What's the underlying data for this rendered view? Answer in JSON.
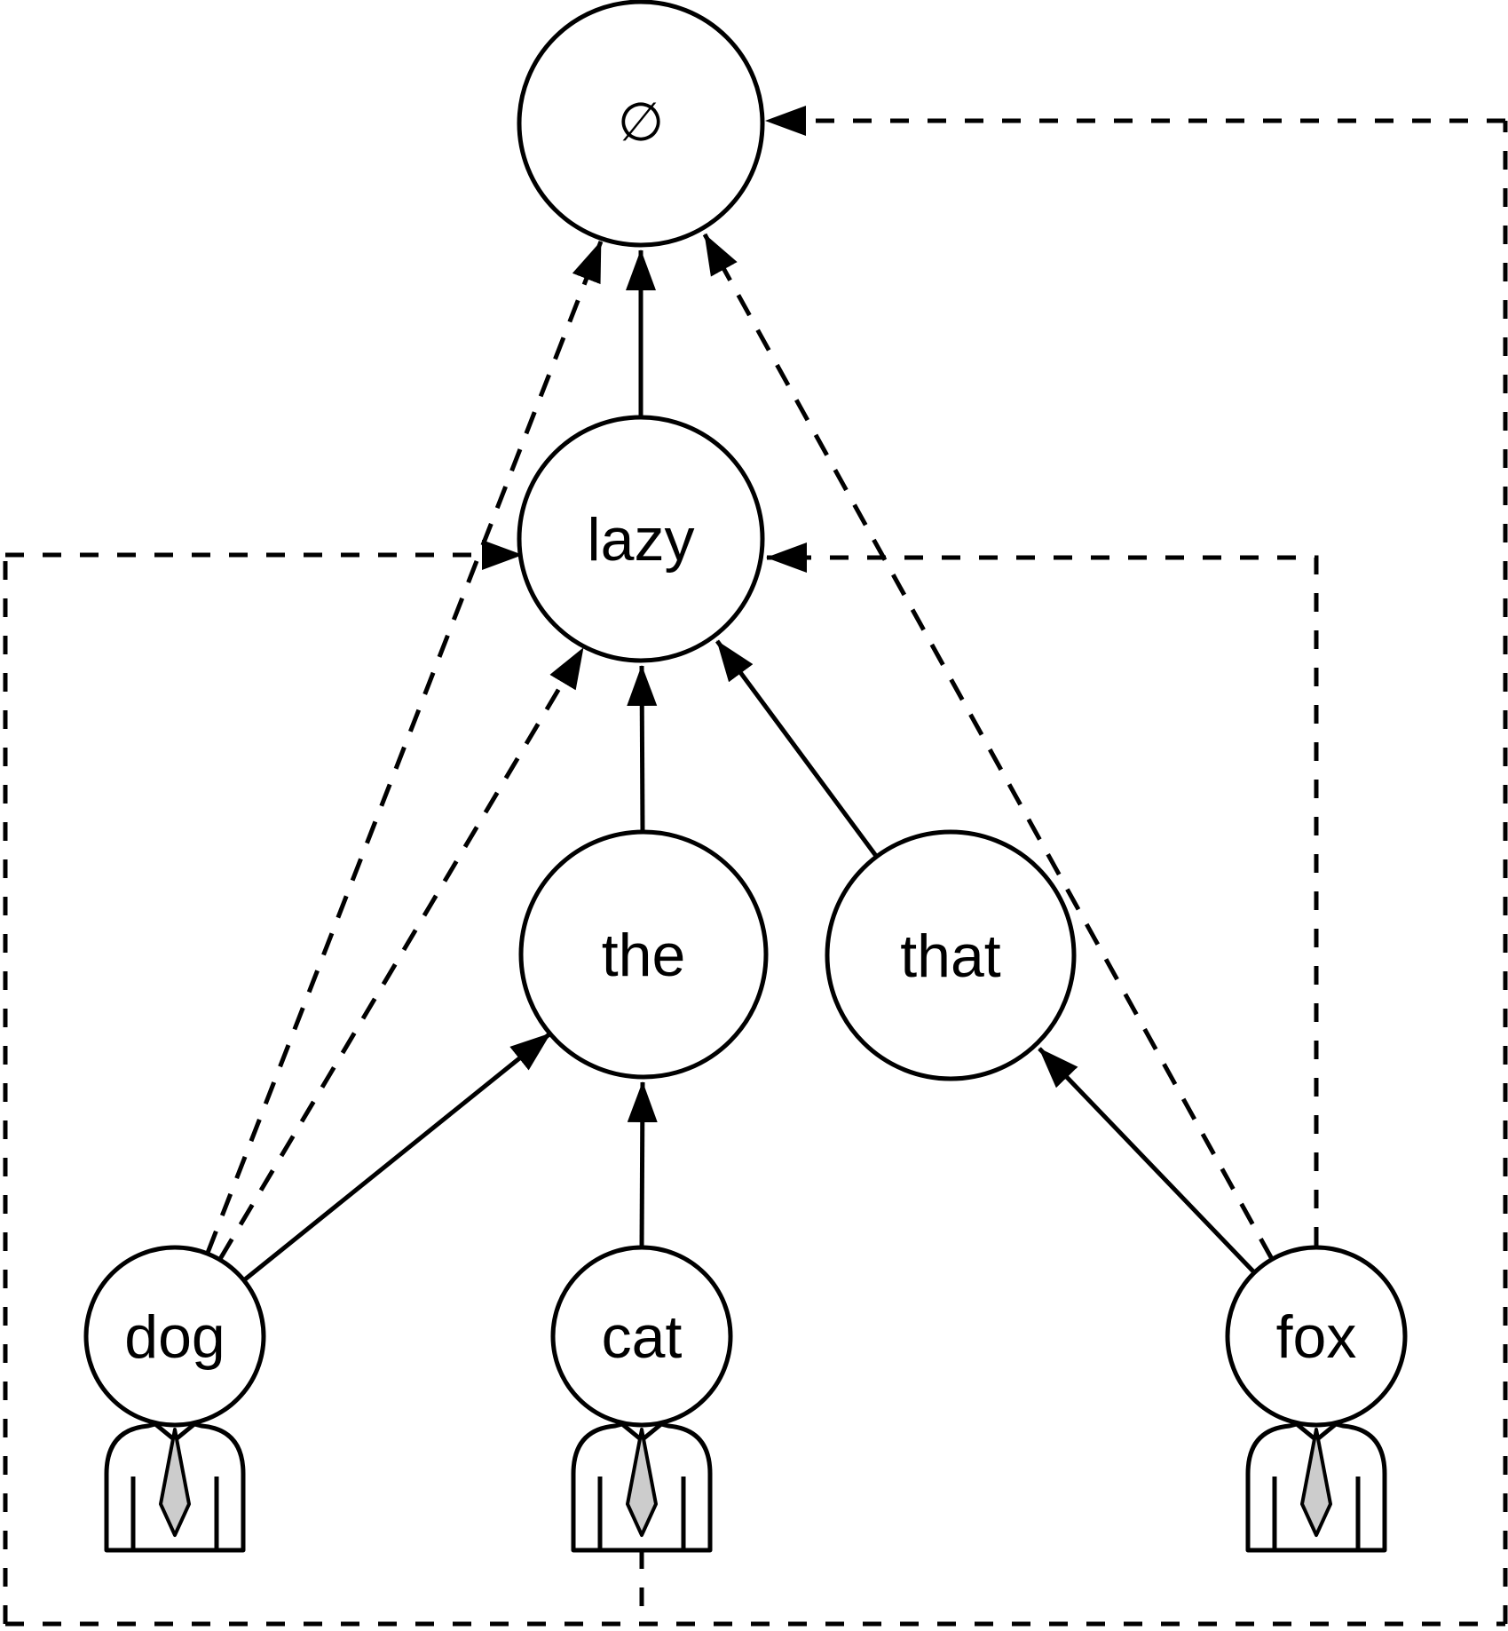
{
  "diagram": {
    "background_color": "#ffffff",
    "line_color": "#000000",
    "tie_color": "#cccccc",
    "nodes": {
      "empty": {
        "label": "∅",
        "type": "word"
      },
      "lazy": {
        "label": "lazy",
        "type": "word"
      },
      "the": {
        "label": "the",
        "type": "word"
      },
      "that": {
        "label": "that",
        "type": "word"
      },
      "dog": {
        "label": "dog",
        "type": "person"
      },
      "cat": {
        "label": "cat",
        "type": "person"
      },
      "fox": {
        "label": "fox",
        "type": "person"
      }
    },
    "edges": [
      {
        "from": "dog",
        "to": "the",
        "style": "solid"
      },
      {
        "from": "cat",
        "to": "the",
        "style": "solid"
      },
      {
        "from": "fox",
        "to": "that",
        "style": "solid"
      },
      {
        "from": "the",
        "to": "lazy",
        "style": "solid"
      },
      {
        "from": "that",
        "to": "lazy",
        "style": "solid"
      },
      {
        "from": "lazy",
        "to": "empty",
        "style": "solid"
      },
      {
        "from": "dog",
        "to": "lazy",
        "style": "dashed",
        "route": "diagonal"
      },
      {
        "from": "dog",
        "to": "empty",
        "style": "dashed",
        "route": "diagonal"
      },
      {
        "from": "fox",
        "to": "lazy",
        "style": "dashed",
        "route": "right-elbow"
      },
      {
        "from": "fox",
        "to": "empty",
        "style": "dashed",
        "route": "diagonal"
      },
      {
        "from": "cat",
        "to": "lazy",
        "style": "dashed",
        "route": "left-frame"
      },
      {
        "from": "cat",
        "to": "empty",
        "style": "dashed",
        "route": "right-frame"
      }
    ]
  }
}
